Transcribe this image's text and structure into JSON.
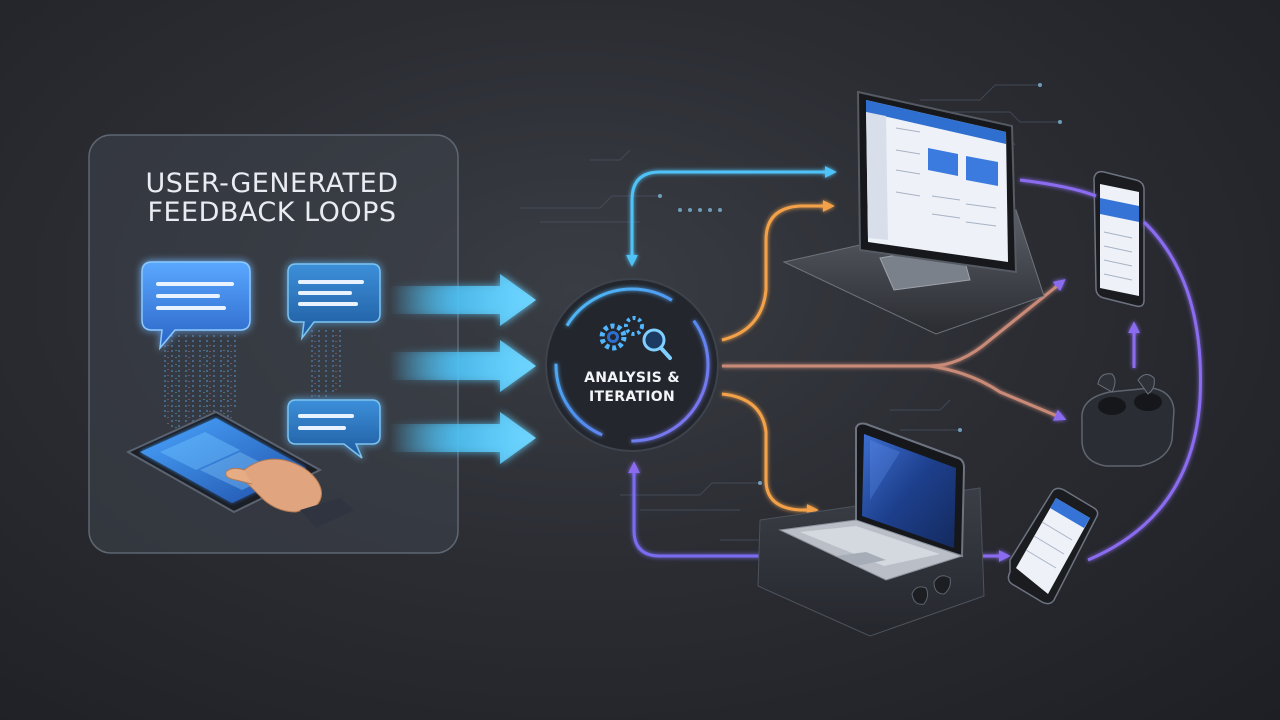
{
  "panel": {
    "title_line1": "USER-GENERATED",
    "title_line2": "FEEDBACK LOOPS"
  },
  "hub": {
    "label_line1": "ANALYSIS &",
    "label_line2": "ITERATION"
  },
  "colors": {
    "cyan": "#4fc3f7",
    "orange": "#f4a24a",
    "purple": "#8b6cf0",
    "bubble_blue": "#3f8ee8"
  },
  "icons": [
    "chat-bubble-icon",
    "gear-icon",
    "magnifier-icon",
    "tablet-icon",
    "hand-icon",
    "monitor-icon",
    "laptop-icon",
    "smartphone-icon",
    "earbuds-icon"
  ]
}
